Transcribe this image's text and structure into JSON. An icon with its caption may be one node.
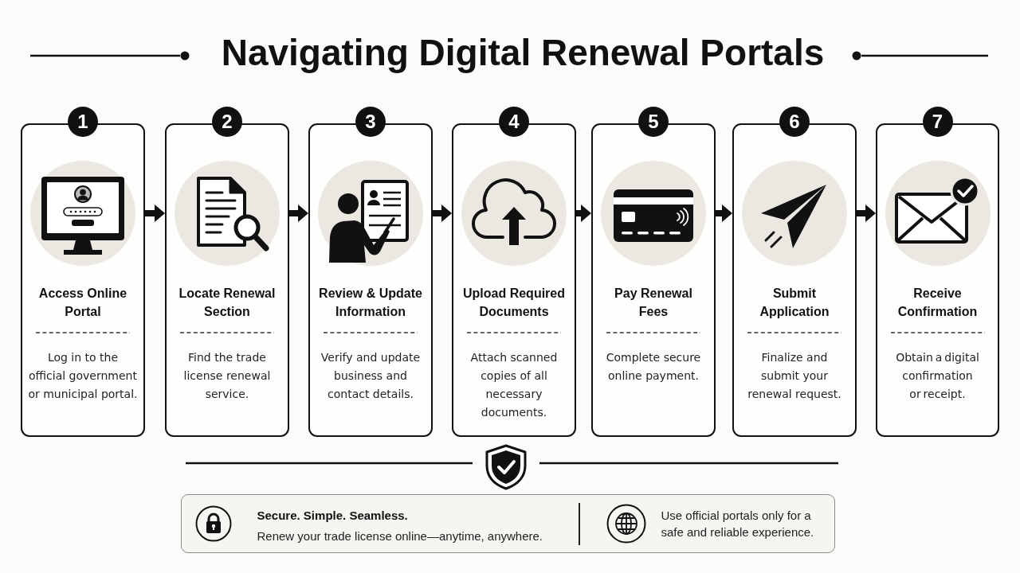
{
  "diagram": {
    "title": "Navigating Digital Renewal Portals",
    "nodes": [
      {
        "text": [
          "1",
          "Access Online Portal",
          "Log in to the official government or municipal portal."
        ]
      },
      {
        "text": [
          "2",
          "Locate Renewal Section",
          "Find the trade license renewal service."
        ]
      },
      {
        "text": [
          "3",
          "Review & Update Information",
          "Verify and update business and contact details."
        ]
      },
      {
        "text": [
          "4",
          "Upload Required Documents",
          "Attach scanned copies of all necessary documents."
        ]
      },
      {
        "text": [
          "5",
          "Pay Renewal Fees",
          "Complete secure online payment."
        ]
      },
      {
        "text": [
          "6",
          "Submit Application",
          "Finalize and submit your renewal request."
        ]
      },
      {
        "text": [
          "7",
          "Receive Confirmation",
          "Obtain a digital confirmation or receipt."
        ]
      },
      {
        "text": [
          "Secure. Simple. Seamless.",
          "Renew your trade license online—anytime, anywhere.",
          "Use official portals only for a safe and reliable experience."
        ]
      }
    ],
    "edges": [
      {
        "from": 0,
        "to": 1,
        "arrow": "to"
      },
      {
        "from": 1,
        "to": 2,
        "arrow": "to"
      },
      {
        "from": 2,
        "to": 3,
        "arrow": "to"
      },
      {
        "from": 3,
        "to": 4,
        "arrow": "to"
      },
      {
        "from": 4,
        "to": 5,
        "arrow": "to"
      },
      {
        "from": 5,
        "to": 6,
        "arrow": "to"
      }
    ]
  }
}
